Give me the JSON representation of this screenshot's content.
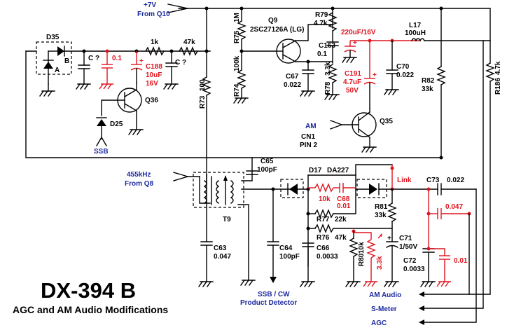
{
  "title": "DX-394 B",
  "subtitle": "AGC and AM Audio Modifications",
  "nets": {
    "plus7v": "+7V",
    "from_q10": "From Q10",
    "ssb": "SSB",
    "if_455": "455kHz",
    "from_q8": "From Q8",
    "am": "AM",
    "cn1": "CN1",
    "pin2": "PIN 2",
    "ssb_cw": "SSB / CW",
    "product_detector": "Product Detector",
    "am_audio": "AM Audio",
    "s_meter": "S-Meter",
    "agc": "AGC",
    "link": "Link"
  },
  "parts": {
    "d35": "D35",
    "d35_b": "B",
    "d35_a": "A",
    "c_unk1": "C ?",
    "c_unk2": "C ?",
    "cap_01": "0.1",
    "r_1k": "1k",
    "r_47k": "47k",
    "c188": "C188",
    "c188_v1": "10uF",
    "c188_v2": "16V",
    "q36": "Q36",
    "d25": "D25",
    "r73": "R73",
    "r73_v": "100",
    "r75": "R75",
    "r75_v": "1M",
    "r74": "R74",
    "r74_v": "100k",
    "q9": "Q9",
    "q9_type": "2SC27126A (LG)",
    "r79": "R79",
    "r79_v": "4.7k",
    "c163": "C163",
    "c163_v": "0.1",
    "c67": "C67",
    "c67_v": "0.022",
    "r78": "R78",
    "r78_v": "3.3k",
    "c_220": "220uF/16V",
    "c191": "C191",
    "c191_v1": "4.7uF",
    "c191_v2": "50V",
    "l17": "L17",
    "l17_v": "100uH",
    "c70": "C70",
    "c70_v": "0.022",
    "r82": "R82",
    "r82_v": "33k",
    "r186": "R186",
    "r186_v": "4.7k",
    "q35": "Q35",
    "c65": "C65",
    "c65_v": "100pF",
    "t9": "T9",
    "d17": "D17",
    "da227": "DA227",
    "r_10k": "10k",
    "c68": "C68",
    "c68_v": "0.01",
    "r77": "R77",
    "r77_v": "22k",
    "r76": "R76",
    "r76_v": "47k",
    "r81": "R81",
    "r81_v": "33k",
    "c73": "C73",
    "c73_v": "0.022",
    "c_047": "0.047",
    "c71": "C71",
    "c71_v": "1/50V",
    "c72": "C72",
    "c72_v": "0.0033",
    "c_001": "0.01",
    "r80": "R80",
    "r80_v": "10k",
    "r_33k": "3.3k",
    "c63": "C63",
    "c63_v": "0.047",
    "c64": "C64",
    "c64_v": "100pF",
    "c66": "C66",
    "c66_v": "0.0033"
  }
}
